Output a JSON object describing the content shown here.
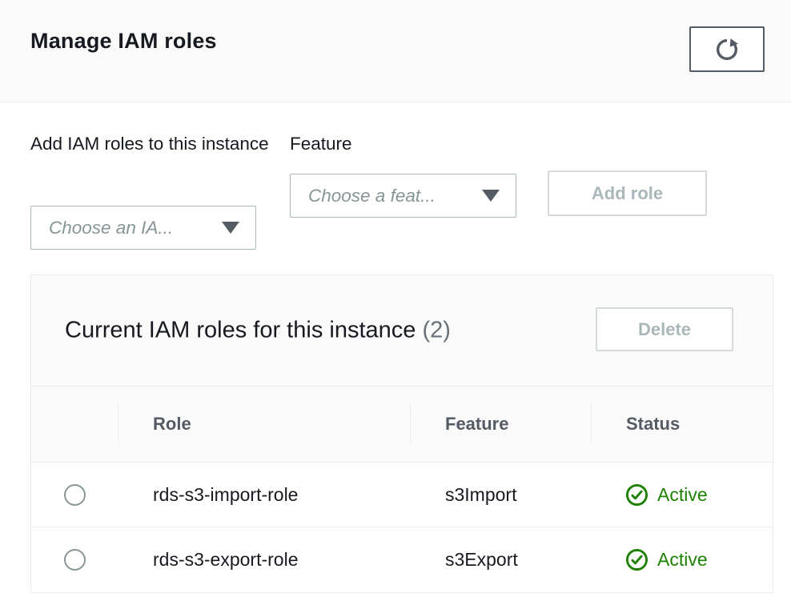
{
  "colors": {
    "success_green": "#1d8102",
    "header_band_bg": "#fafafa",
    "divider": "#eaeded",
    "button_border": "#545b64",
    "disabled_text": "#aab7b8",
    "placeholder_text": "#879596"
  },
  "header": {
    "title": "Manage IAM roles",
    "refresh_icon": "refresh-icon"
  },
  "form": {
    "role_label": "Add IAM roles to this instance",
    "role_select_placeholder": "Choose an IA...",
    "feature_label": "Feature",
    "feature_select_placeholder": "Choose a feat...",
    "add_button_label": "Add role",
    "caret_icon": "caret-down-icon"
  },
  "table_card": {
    "title": "Current IAM roles for this instance",
    "count": "(2)",
    "delete_button_label": "Delete",
    "columns": [
      "Role",
      "Feature",
      "Status"
    ],
    "status_icon": "check-circle-icon",
    "rows": [
      {
        "role": "rds-s3-import-role",
        "feature": "s3Import",
        "status": "Active"
      },
      {
        "role": "rds-s3-export-role",
        "feature": "s3Export",
        "status": "Active"
      }
    ]
  }
}
